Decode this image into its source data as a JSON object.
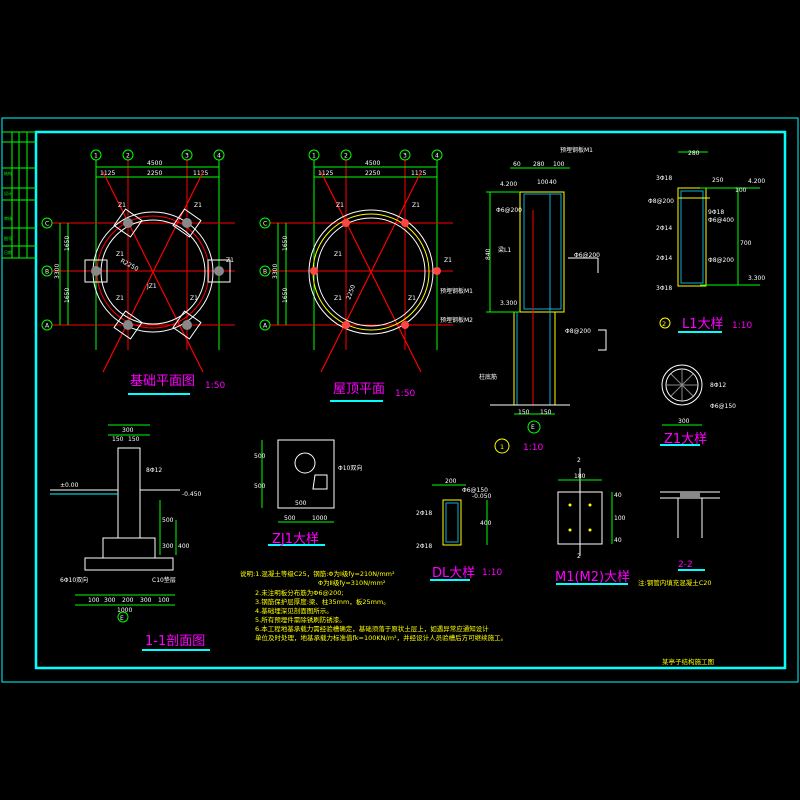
{
  "plan_foundation": {
    "title": "基础平面图",
    "scale": "1:50",
    "axes_x": [
      "1",
      "2",
      "3",
      "4"
    ],
    "axes_y": [
      "C",
      "B",
      "A"
    ],
    "dim_total": "4500",
    "dims_top": [
      "1125",
      "2250",
      "1125"
    ],
    "dims_left": [
      "1650",
      "1650"
    ],
    "dim_left_total": "3300",
    "col_label": "Z1",
    "radius": "R2250",
    "center_mark": "JZ1"
  },
  "plan_roof": {
    "title": "屋顶平面",
    "scale": "1:50",
    "axes_x": [
      "1",
      "2",
      "3",
      "4"
    ],
    "axes_y": [
      "C",
      "B",
      "A"
    ],
    "dim_total": "4500",
    "dims_top": [
      "1125",
      "2250",
      "1125"
    ],
    "dims_left": [
      "1650",
      "1650"
    ],
    "dim_left_total": "3300",
    "col_label": "Z1",
    "radius": "2250",
    "note1": "预埋钢板M1",
    "note2": "预埋钢板M2"
  },
  "section_1": {
    "num": "1",
    "scale": "1:10",
    "embed": "预埋钢板M1",
    "elev_top": "4.200",
    "elev_bot": "3.300",
    "height": "840",
    "d60": "60",
    "d280": "280",
    "d100a": "100",
    "d100b": "100",
    "d40": "40",
    "rebar1": "Φ6@200",
    "rebar2": "Φ6@200",
    "rebar3": "Φ8@200",
    "beam": "梁L1",
    "col": "柱底筋",
    "w1": "150",
    "w2": "150",
    "axis": "E"
  },
  "l1": {
    "num": "2",
    "title": "L1大样",
    "scale": "1:10",
    "width": "280",
    "top": "3Φ18",
    "side": "250",
    "elev_top": "4.200",
    "stir": "Φ8@200",
    "mid": "9Φ18",
    "mid2": "Φ6@400",
    "r1": "2Φ14",
    "r2": "2Φ14",
    "stir2": "Φ8@200",
    "bot": "3Φ18",
    "elev_bot": "3.300",
    "depth": "700",
    "slab": "100"
  },
  "z1": {
    "title": "Z1大样",
    "main": "8Φ12",
    "stir": "Φ6@150",
    "dia": "300"
  },
  "zj1": {
    "title": "ZJ1大样",
    "rebar": "Φ10双向",
    "d1": "500",
    "d2": "500",
    "d3": "500",
    "h": "500",
    "w": "1000"
  },
  "sec11": {
    "title": "1-1剖面图",
    "w300": "300",
    "w150a": "150",
    "w150b": "150",
    "r": "8Φ12",
    "elev0": "±0.00",
    "elev1": "-0.450",
    "h1": "500",
    "h2": "300",
    "h3": "400",
    "pad": "C10垫层",
    "anchor": "6Φ10双向",
    "dims": [
      "100",
      "300",
      "200",
      "300",
      "100"
    ],
    "width": "1000",
    "axis": "E"
  },
  "dl": {
    "title": "DL大样",
    "scale": "1:10",
    "w": "200",
    "stir": "Φ6@150",
    "elev": "-0.050",
    "top": "2Φ18",
    "bot": "2Φ18",
    "h": "400"
  },
  "m1": {
    "title": "M1(M2)大样",
    "cut": "2",
    "w": "180",
    "d40a": "40",
    "d40b": "40",
    "d100": "100"
  },
  "s22": {
    "title": "2-2",
    "note": "注:钢管内填充混凝土C20"
  },
  "notes": [
    "说明:1.混凝土等级C25，钢筋:Φ为Ⅰ级fy=210N/mm²",
    "Φ为Ⅱ级fy=310N/mm²",
    "2.未注明板分布筋为Φ6@200;",
    "3.钢筋保护层厚度:梁、柱35mm，板25mm。",
    "4.基础埋深见剖面图所示。",
    "5.所有预埋件需除锈刷防锈漆。",
    "6.本工程地基承载力需经验槽确定，基础须落于原状土层上，如遇异常应通知设计",
    "单位及时处理，地基承载力标准值fk=100KN/m²，并经设计人员验槽后方可继续施工。"
  ],
  "footer": "某亭子结构施工图",
  "title_block": [
    "结构",
    "设计",
    "审核",
    "图号",
    "日期"
  ]
}
